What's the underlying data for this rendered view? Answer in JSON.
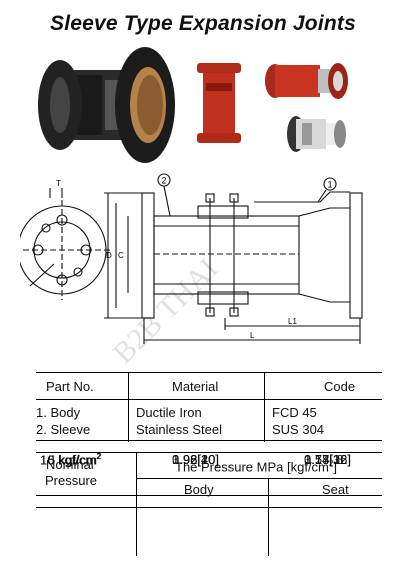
{
  "title": "Sleeve Type Expansion Joints",
  "drawing": {
    "callout_1": "1",
    "callout_2": "2",
    "dim_d": "D",
    "dim_c": "C",
    "dim_l1": "L1",
    "dim_l": "L",
    "dim_t": "T"
  },
  "watermark": "B2B THAI",
  "parts_table": {
    "headers": [
      "Part No.",
      "Material",
      "Code"
    ],
    "rows": [
      [
        "1. Body",
        "Ductile Iron",
        "FCD 45"
      ],
      [
        "2. Sleeve",
        "Stainless Steel",
        "SUS 304"
      ]
    ]
  },
  "pressure_table": {
    "nominal_label_1": "Nominal",
    "nominal_label_2": "Pressure",
    "pressure_header": "The Pressure MPa [kgf/cm",
    "pressure_header_sup": "2",
    "pressure_header_end": "]",
    "body_label": "Body",
    "seat_label": "Seat",
    "rows": [
      {
        "nominal": "5 kgf/cm",
        "sup": "2",
        "body": "0.98[10]",
        "seat": "0.78[ 8 ]"
      },
      {
        "nominal": "10 kgf/cm",
        "sup": "2",
        "body": "1.96[20]",
        "seat": "1.57[16]"
      },
      {
        "nominal": "16 kgf/cm",
        "sup": "2",
        "body": "3.92[40]",
        "seat": "3.14[32]"
      }
    ]
  }
}
